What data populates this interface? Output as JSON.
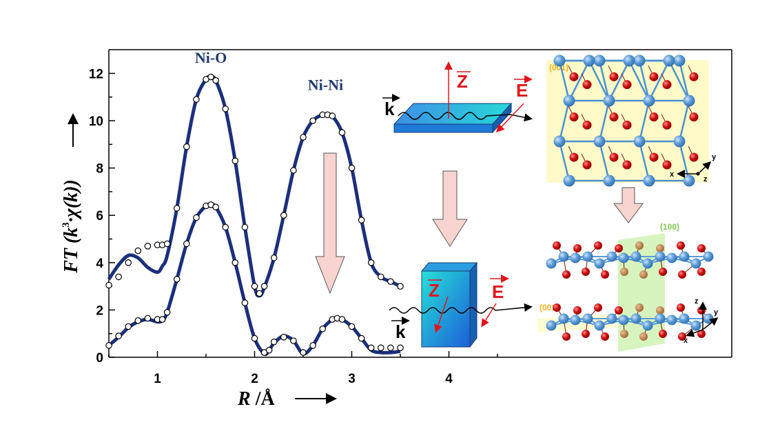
{
  "chart_data": {
    "type": "line",
    "xlim": [
      0.5,
      4.9
    ],
    "ylim": [
      0,
      13
    ],
    "x_ticks": [
      "1",
      "2",
      "3",
      "4"
    ],
    "y_ticks": [
      "0",
      "2",
      "4",
      "6",
      "8",
      "10",
      "12"
    ],
    "x_tick_values": [
      1,
      2,
      3,
      4
    ],
    "y_tick_values": [
      0,
      2,
      4,
      6,
      8,
      10,
      12
    ],
    "xlabel_main": "R",
    "xlabel_unit": " /Å",
    "ylabel_main": "FT (k",
    "ylabel_sup": "3",
    "ylabel_rest": "·χ(k))",
    "series": [
      {
        "style": "line",
        "color": "#1b2f7c",
        "x": [
          0.5,
          0.6,
          0.7,
          0.8,
          0.9,
          1.0,
          1.05,
          1.1,
          1.2,
          1.3,
          1.4,
          1.5,
          1.55,
          1.6,
          1.7,
          1.8,
          1.9,
          2.0,
          2.05,
          2.1,
          2.2,
          2.3,
          2.4,
          2.5,
          2.6,
          2.7,
          2.75,
          2.8,
          2.9,
          3.0,
          3.1,
          3.2,
          3.3,
          3.4,
          3.5
        ],
        "values": [
          3.3,
          3.9,
          4.3,
          4.2,
          3.8,
          3.6,
          3.85,
          4.3,
          6.3,
          8.9,
          10.9,
          11.75,
          11.85,
          11.7,
          10.5,
          8.3,
          5.5,
          3.0,
          2.6,
          2.95,
          4.2,
          6.0,
          7.9,
          9.3,
          10.0,
          10.25,
          10.25,
          10.2,
          9.5,
          8.0,
          5.8,
          4.0,
          3.4,
          3.2,
          3.0
        ]
      },
      {
        "style": "markers",
        "color": "#000000",
        "x": [
          0.5,
          0.6,
          0.7,
          0.8,
          0.9,
          1.0,
          1.05,
          1.1,
          1.2,
          1.3,
          1.4,
          1.5,
          1.55,
          1.6,
          1.7,
          1.8,
          1.9,
          2.0,
          2.05,
          2.1,
          2.2,
          2.3,
          2.4,
          2.5,
          2.6,
          2.7,
          2.75,
          2.8,
          2.9,
          3.0,
          3.1,
          3.2,
          3.3,
          3.4,
          3.5
        ],
        "values": [
          3.05,
          3.4,
          4.0,
          4.5,
          4.7,
          4.75,
          4.75,
          4.8,
          6.3,
          8.9,
          10.9,
          11.75,
          11.85,
          11.7,
          10.5,
          8.3,
          5.5,
          3.0,
          2.7,
          3.0,
          4.2,
          6.0,
          7.9,
          9.3,
          10.0,
          10.25,
          10.25,
          10.2,
          9.5,
          8.0,
          5.8,
          4.0,
          3.4,
          3.2,
          3.0
        ]
      },
      {
        "style": "line",
        "color": "#1b2f7c",
        "x": [
          0.5,
          0.6,
          0.7,
          0.8,
          0.9,
          1.0,
          1.05,
          1.1,
          1.2,
          1.3,
          1.4,
          1.5,
          1.55,
          1.6,
          1.7,
          1.8,
          1.9,
          2.0,
          2.1,
          2.15,
          2.2,
          2.3,
          2.4,
          2.5,
          2.6,
          2.7,
          2.8,
          2.85,
          2.9,
          3.0,
          3.1,
          3.2,
          3.3,
          3.4,
          3.5
        ],
        "values": [
          0.5,
          0.85,
          1.25,
          1.5,
          1.6,
          1.5,
          1.55,
          1.9,
          3.3,
          4.8,
          5.9,
          6.4,
          6.45,
          6.35,
          5.5,
          4.0,
          2.3,
          0.8,
          0.15,
          0.3,
          0.6,
          0.9,
          0.7,
          0.15,
          0.5,
          1.2,
          1.6,
          1.65,
          1.6,
          1.3,
          0.8,
          0.3,
          0.2,
          0.2,
          0.25
        ]
      },
      {
        "style": "markers",
        "color": "#000000",
        "x": [
          0.5,
          0.6,
          0.7,
          0.8,
          0.9,
          1.0,
          1.05,
          1.1,
          1.2,
          1.3,
          1.4,
          1.5,
          1.55,
          1.6,
          1.7,
          1.8,
          1.9,
          2.0,
          2.1,
          2.15,
          2.2,
          2.3,
          2.4,
          2.5,
          2.6,
          2.7,
          2.8,
          2.85,
          2.9,
          3.0,
          3.1,
          3.2,
          3.3,
          3.4,
          3.5
        ],
        "values": [
          0.5,
          0.9,
          1.3,
          1.55,
          1.65,
          1.6,
          1.6,
          1.9,
          3.3,
          4.8,
          5.9,
          6.4,
          6.45,
          6.35,
          5.5,
          4.0,
          2.3,
          0.8,
          0.2,
          0.3,
          0.65,
          0.85,
          0.7,
          0.2,
          0.5,
          1.2,
          1.6,
          1.65,
          1.6,
          1.3,
          0.8,
          0.4,
          0.4,
          0.4,
          0.4
        ]
      }
    ],
    "annotations": [
      {
        "text": "Ni-O",
        "x": 1.55,
        "y": 12.45
      },
      {
        "text": "Ni-Ni",
        "x": 2.73,
        "y": 11.3
      }
    ]
  },
  "schematic": {
    "k_label": "k",
    "z_label": "Z",
    "e_label": "E",
    "plane_001": "(001)",
    "plane_100": "(100)",
    "axis_x": "x",
    "axis_y": "y",
    "axis_z": "z",
    "colors": {
      "vector_red": "#e0151b",
      "atom_blue": "#5b9bd5",
      "atom_red": "#c00000",
      "arrow_fill": "#f8d4d0",
      "plane_yellow": "#fffac8",
      "plane_green": "#c9f0a8",
      "miller_yellow": "#f0b020",
      "miller_green": "#7cc850"
    }
  }
}
